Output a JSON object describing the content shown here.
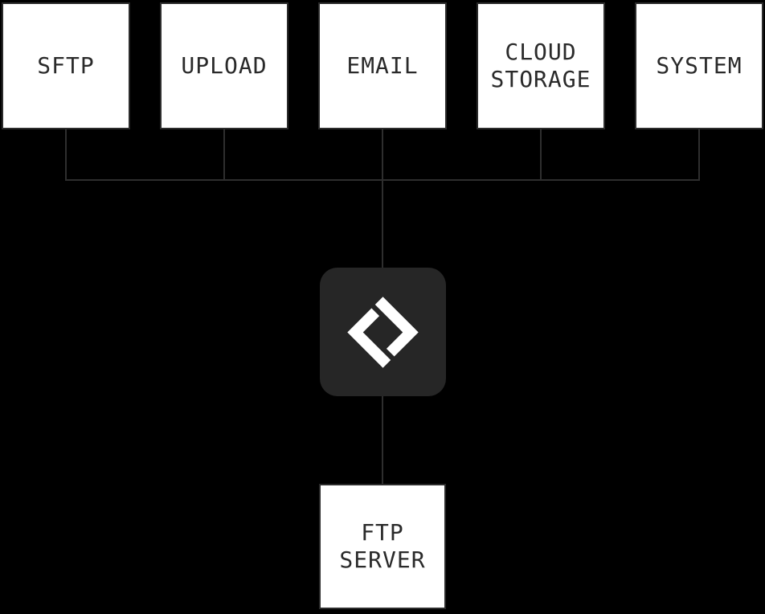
{
  "diagram": {
    "colors": {
      "background": "#000000",
      "connector": "#2e2e2e",
      "node_fill": "#ffffff",
      "node_border": "#2b2b2b",
      "node_text": "#2a2a2a",
      "hub_fill": "#262626",
      "hub_icon": "#ffffff"
    },
    "sources": [
      {
        "id": "sftp",
        "lines": [
          "SFTP"
        ]
      },
      {
        "id": "upload",
        "lines": [
          "UPLOAD"
        ]
      },
      {
        "id": "email",
        "lines": [
          "EMAIL"
        ]
      },
      {
        "id": "cloud-storage",
        "lines": [
          "CLOUD",
          "STORAGE"
        ]
      },
      {
        "id": "system",
        "lines": [
          "SYSTEM"
        ]
      }
    ],
    "hub": {
      "icon": "diamond-brackets-logo"
    },
    "target": {
      "id": "ftp-server",
      "lines": [
        "FTP",
        "SERVER"
      ]
    }
  }
}
